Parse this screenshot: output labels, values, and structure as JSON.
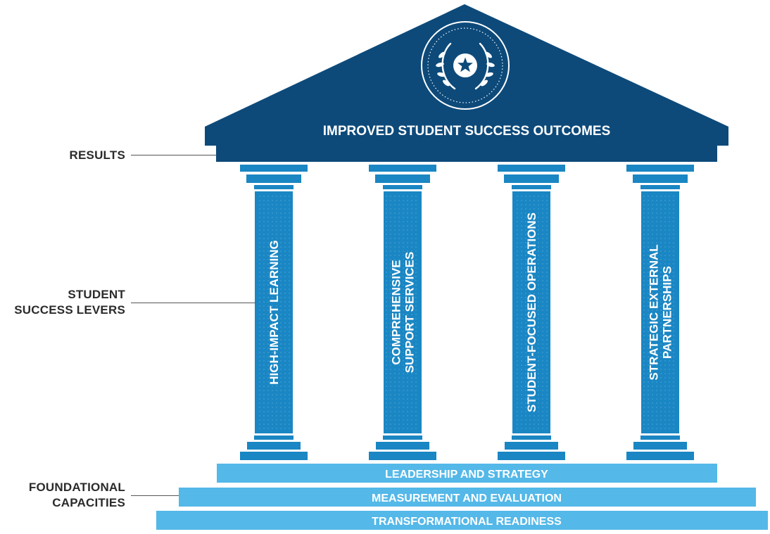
{
  "roof": {
    "title": "IMPROVED STUDENT SUCCESS OUTCOMES"
  },
  "side_labels": {
    "results": "RESULTS",
    "levers": [
      "STUDENT",
      "SUCCESS LEVERS"
    ],
    "capacities": [
      "FOUNDATIONAL",
      "CAPACITIES"
    ]
  },
  "pillars": [
    {
      "lines": [
        "HIGH-IMPACT LEARNING"
      ]
    },
    {
      "lines": [
        "COMPREHENSIVE",
        "SUPPORT SERVICES"
      ]
    },
    {
      "lines": [
        "STUDENT-FOCUSED OPERATIONS"
      ]
    },
    {
      "lines": [
        "STRATEGIC EXTERNAL",
        "PARTNERSHIPS"
      ]
    }
  ],
  "steps": [
    "LEADERSHIP AND STRATEGY",
    "MEASUREMENT AND EVALUATION",
    "TRANSFORMATIONAL READINESS"
  ],
  "colors": {
    "navy": "#0d4a7a",
    "pillar_blue": "#1a86c3",
    "step_blue": "#54b8e8",
    "text_dark": "#2b2b2b",
    "white": "#ffffff"
  },
  "emblem": {
    "icon": "star-laurel-seal-icon"
  }
}
